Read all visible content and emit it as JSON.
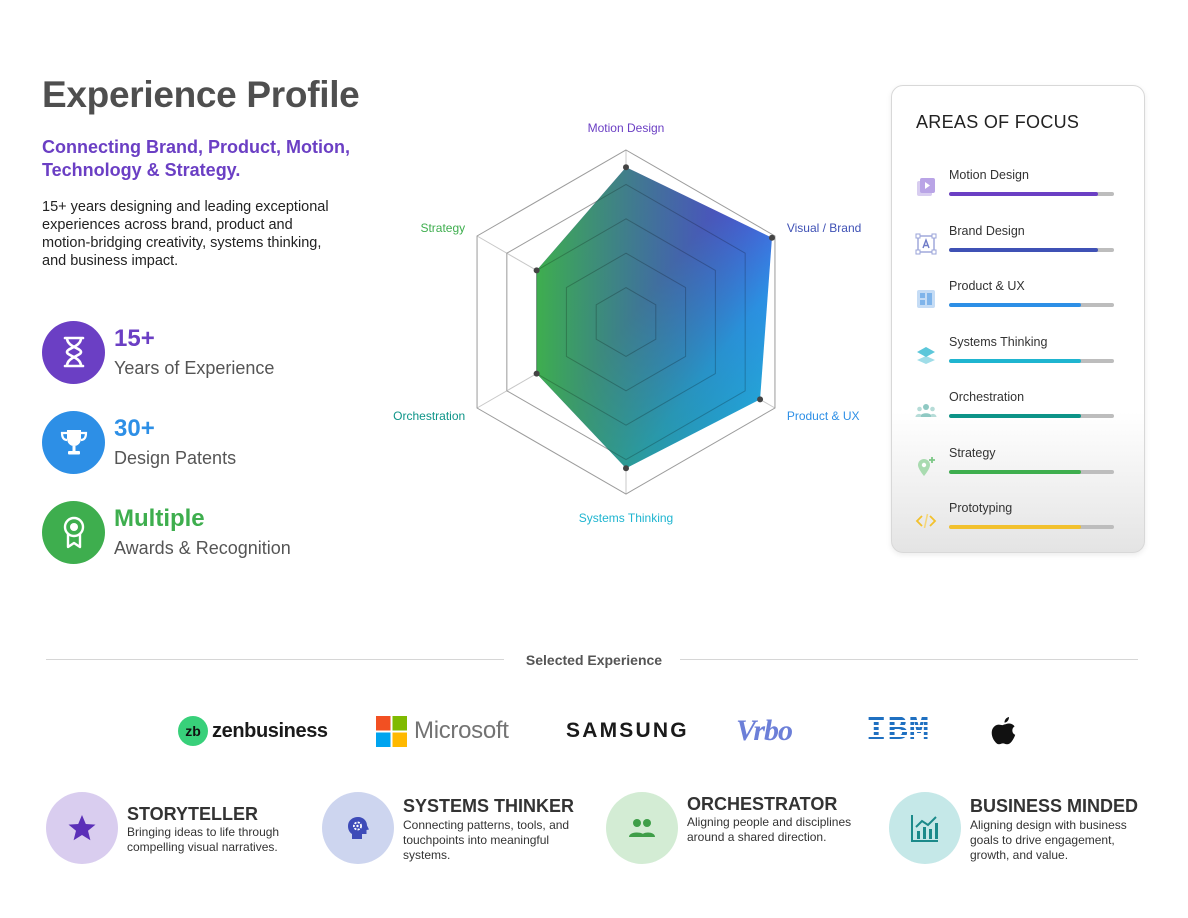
{
  "header": {
    "title": "Experience Profile",
    "subtitle": "Connecting Brand, Product, Motion, Technology & Strategy.",
    "intro": "15+ years designing and leading exceptional experiences across brand, product and motion-bridging creativity, systems thinking, and business impact."
  },
  "stats": [
    {
      "value": "15+",
      "label": "Years of Experience",
      "color": "#6b3fc4",
      "icon": "hourglass-icon"
    },
    {
      "value": "30+",
      "label": "Design Patents",
      "color": "#2d8fe6",
      "icon": "trophy-icon"
    },
    {
      "value": "Multiple",
      "label": "Awards & Recognition",
      "color": "#3eae4e",
      "icon": "award-ribbon-icon"
    }
  ],
  "chart_data": {
    "type": "radar",
    "title": "",
    "axes": [
      "Motion Design",
      "Visual / Brand",
      "Product & UX",
      "Systems Thinking",
      "Orchestration",
      "Strategy"
    ],
    "axis_colors": [
      "#6b3fc4",
      "#3f51b5",
      "#2d8fe6",
      "#1fb5d0",
      "#0d9488",
      "#3eae4e"
    ],
    "values": [
      0.9,
      0.98,
      0.9,
      0.85,
      0.6,
      0.6
    ],
    "range": [
      0,
      1
    ],
    "rings": 5,
    "grid": true,
    "legend": "none"
  },
  "focus": {
    "title": "AREAS OF FOCUS",
    "items": [
      {
        "label": "Motion Design",
        "level": 0.9,
        "color": "#6b3fc4",
        "icon": "play-video-icon"
      },
      {
        "label": "Brand Design",
        "level": 0.9,
        "color": "#3f51b5",
        "icon": "brand-typography-icon"
      },
      {
        "label": "Product & UX",
        "level": 0.8,
        "color": "#2d8fe6",
        "icon": "dashboard-layout-icon"
      },
      {
        "label": "Systems Thinking",
        "level": 0.8,
        "color": "#1fb5d0",
        "icon": "layers-icon"
      },
      {
        "label": "Orchestration",
        "level": 0.8,
        "color": "#0d9488",
        "icon": "team-icon"
      },
      {
        "label": "Strategy",
        "level": 0.8,
        "color": "#3eae4e",
        "icon": "location-pin-plus-icon"
      },
      {
        "label": "Prototyping",
        "level": 0.8,
        "color": "#f2c12e",
        "icon": "code-icon"
      }
    ]
  },
  "experience": {
    "label": "Selected Experience",
    "logos": [
      {
        "name": "zenbusiness",
        "mark": "zb"
      },
      {
        "name": "Microsoft"
      },
      {
        "name": "SAMSUNG"
      },
      {
        "name": "Vrbo"
      },
      {
        "name": "IBM"
      },
      {
        "name": "apple",
        "icon": "apple-logo-icon"
      }
    ]
  },
  "traits": [
    {
      "name": "STORYTELLER",
      "desc": "Bringing ideas to life through compelling visual narratives.",
      "bg": "#d9cdef",
      "color": "#5b2fb8",
      "icon": "star-icon"
    },
    {
      "name": "SYSTEMS THINKER",
      "desc": "Connecting patterns, tools, and touchpoints into meaningful systems.",
      "bg": "#cdd5ef",
      "color": "#3d4bb8",
      "icon": "head-gear-icon"
    },
    {
      "name": "ORCHESTRATOR",
      "desc": "Aligning people and disciplines around a shared direction.",
      "bg": "#d3ecd4",
      "color": "#3e9e48",
      "icon": "people-icon"
    },
    {
      "name": "BUSINESS MINDED",
      "desc": "Aligning design with business goals to drive engagement, growth, and value.",
      "bg": "#c5e8e8",
      "color": "#1b8a8a",
      "icon": "growth-chart-icon"
    }
  ]
}
